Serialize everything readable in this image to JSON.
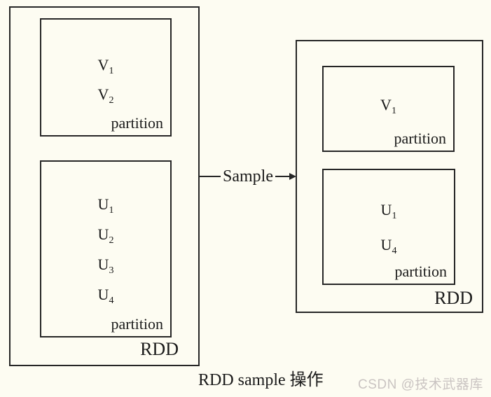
{
  "colors": {
    "background": "#fdfcf2",
    "line": "#262626",
    "text": "#1a1a1a",
    "watermark": "#cac4c2"
  },
  "diagram": {
    "source_rdd": {
      "label": "RDD",
      "partitions": [
        {
          "label": "partition",
          "items": [
            {
              "base": "V",
              "sub": "1"
            },
            {
              "base": "V",
              "sub": "2"
            }
          ]
        },
        {
          "label": "partition",
          "items": [
            {
              "base": "U",
              "sub": "1"
            },
            {
              "base": "U",
              "sub": "2"
            },
            {
              "base": "U",
              "sub": "3"
            },
            {
              "base": "U",
              "sub": "4"
            }
          ]
        }
      ]
    },
    "operation": {
      "label": "Sample"
    },
    "result_rdd": {
      "label": "RDD",
      "partitions": [
        {
          "label": "partition",
          "items": [
            {
              "base": "V",
              "sub": "1"
            }
          ]
        },
        {
          "label": "partition",
          "items": [
            {
              "base": "U",
              "sub": "1"
            },
            {
              "base": "U",
              "sub": "4"
            }
          ]
        }
      ]
    },
    "caption": "RDD sample 操作"
  },
  "watermark": {
    "text": "CSDN @技术武器库"
  }
}
